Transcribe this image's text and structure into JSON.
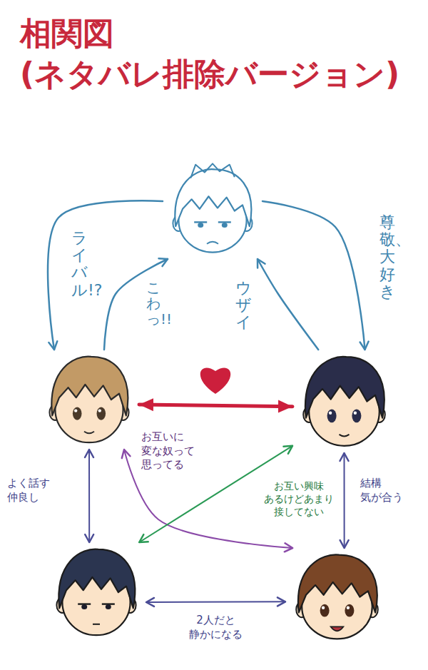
{
  "diagram": {
    "title": "相関図 (ネタバレ排除バージョン)",
    "nodes": [
      {
        "text": []
      },
      {
        "text": []
      },
      {
        "text": []
      },
      {
        "text": []
      },
      {
        "text": []
      }
    ],
    "edges": [
      {
        "from": 0,
        "to": 1,
        "label": "ライバル!?",
        "arrow": "to"
      },
      {
        "from": 1,
        "to": 0,
        "label": "こわっ!!",
        "arrow": "to"
      },
      {
        "from": 2,
        "to": 0,
        "label": "ウザイ",
        "arrow": "to"
      },
      {
        "from": 0,
        "to": 2,
        "label": "尊敬、大好き",
        "arrow": "to"
      },
      {
        "from": 1,
        "to": 2,
        "arrow": "both"
      },
      {
        "from": 1,
        "to": 3,
        "label": "よく話す 仲良し",
        "arrow": "both"
      },
      {
        "from": 1,
        "to": 4,
        "label": "お互いに 変な奴って 思ってる",
        "arrow": "both"
      },
      {
        "from": 2,
        "to": 3,
        "label": "お互い興味 あるけどあまり 接してない",
        "arrow": "both"
      },
      {
        "from": 2,
        "to": 4,
        "label": "結構 気が合う",
        "arrow": "both"
      },
      {
        "from": 3,
        "to": 4,
        "label": "2人だと 静かになる",
        "arrow": "both"
      }
    ]
  }
}
